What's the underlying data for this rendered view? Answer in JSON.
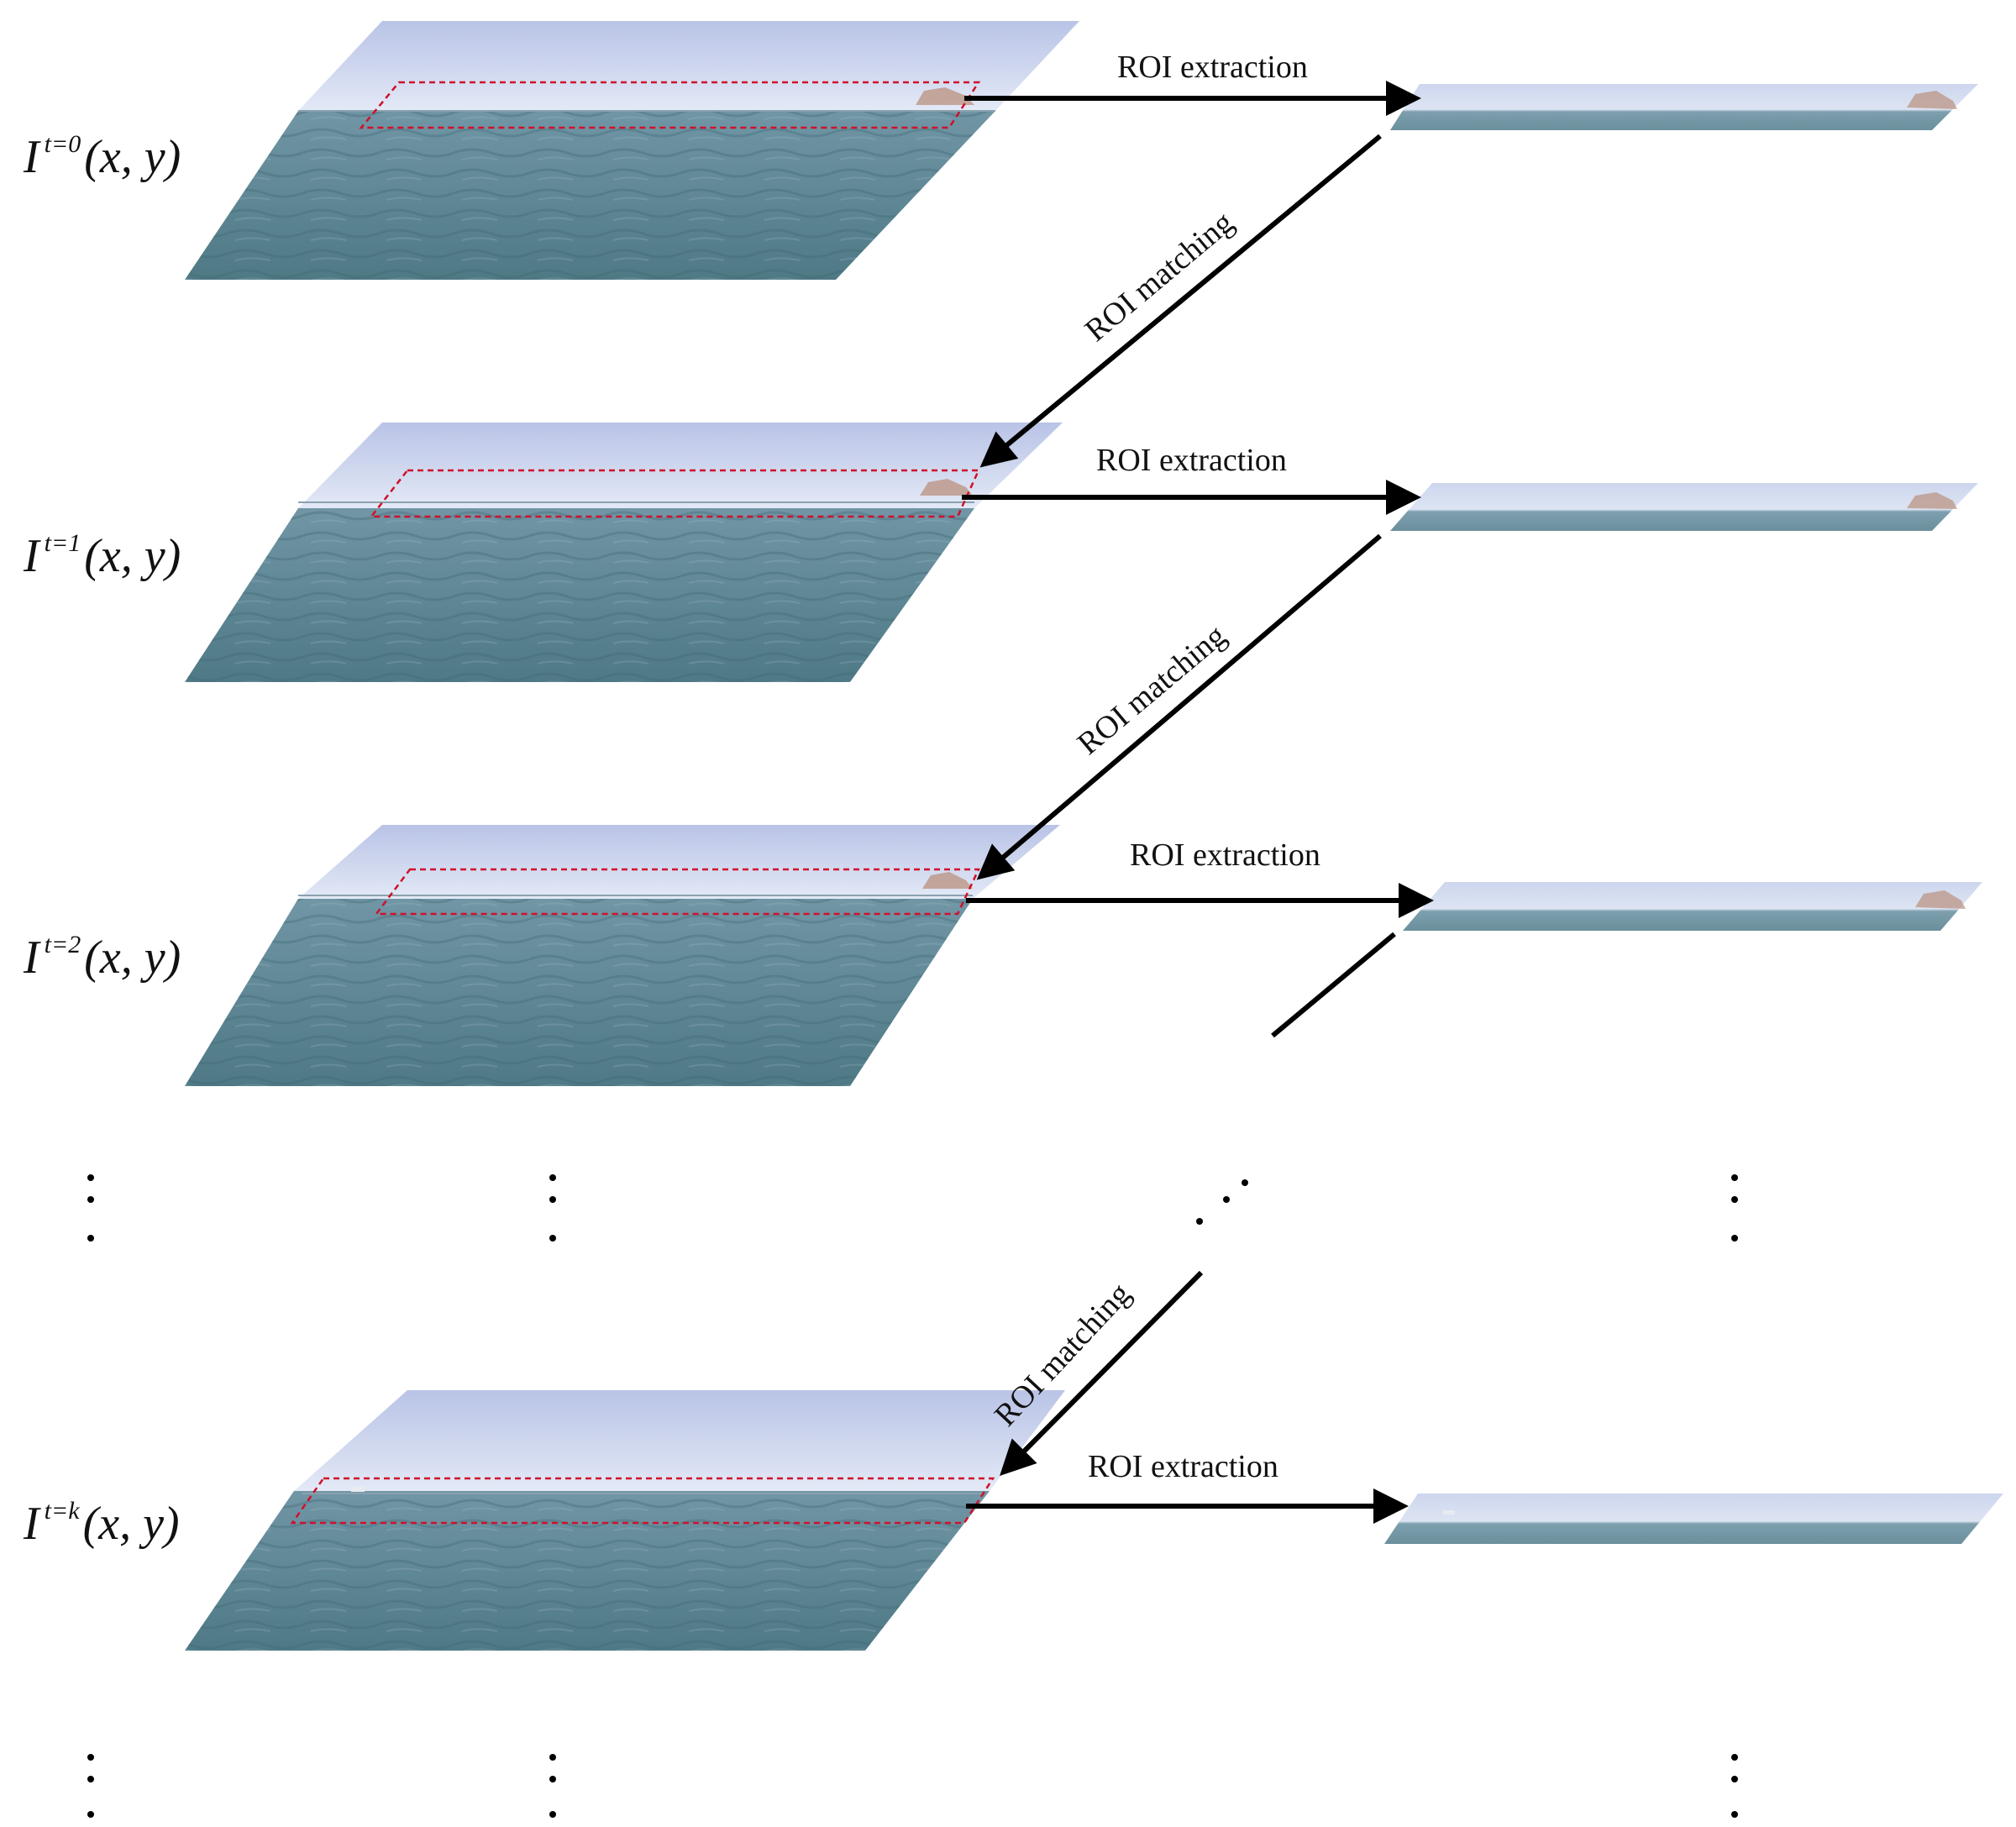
{
  "frames": [
    {
      "id": "t0",
      "label": {
        "base": "I",
        "sup": "t=0",
        "args": "(x, y)"
      },
      "extraction_label": "ROI extraction"
    },
    {
      "id": "t1",
      "label": {
        "base": "I",
        "sup": "t=1",
        "args": "(x, y)"
      },
      "extraction_label": "ROI extraction"
    },
    {
      "id": "t2",
      "label": {
        "base": "I",
        "sup": "t=2",
        "args": "(x, y)"
      },
      "extraction_label": "ROI extraction"
    },
    {
      "id": "tk",
      "label": {
        "base": "I",
        "sup": "t=k",
        "args": "(x, y)"
      },
      "extraction_label": "ROI extraction"
    }
  ],
  "matching_labels": [
    "ROI matching",
    "ROI matching",
    "ROI matching"
  ],
  "colors": {
    "sky_top": "#b9c3e6",
    "sky_bottom": "#e3e9f6",
    "sea_top": "#6f93a3",
    "sea_bottom": "#4f7a87",
    "roi_box": "#d0102a",
    "arrow": "#000000"
  }
}
